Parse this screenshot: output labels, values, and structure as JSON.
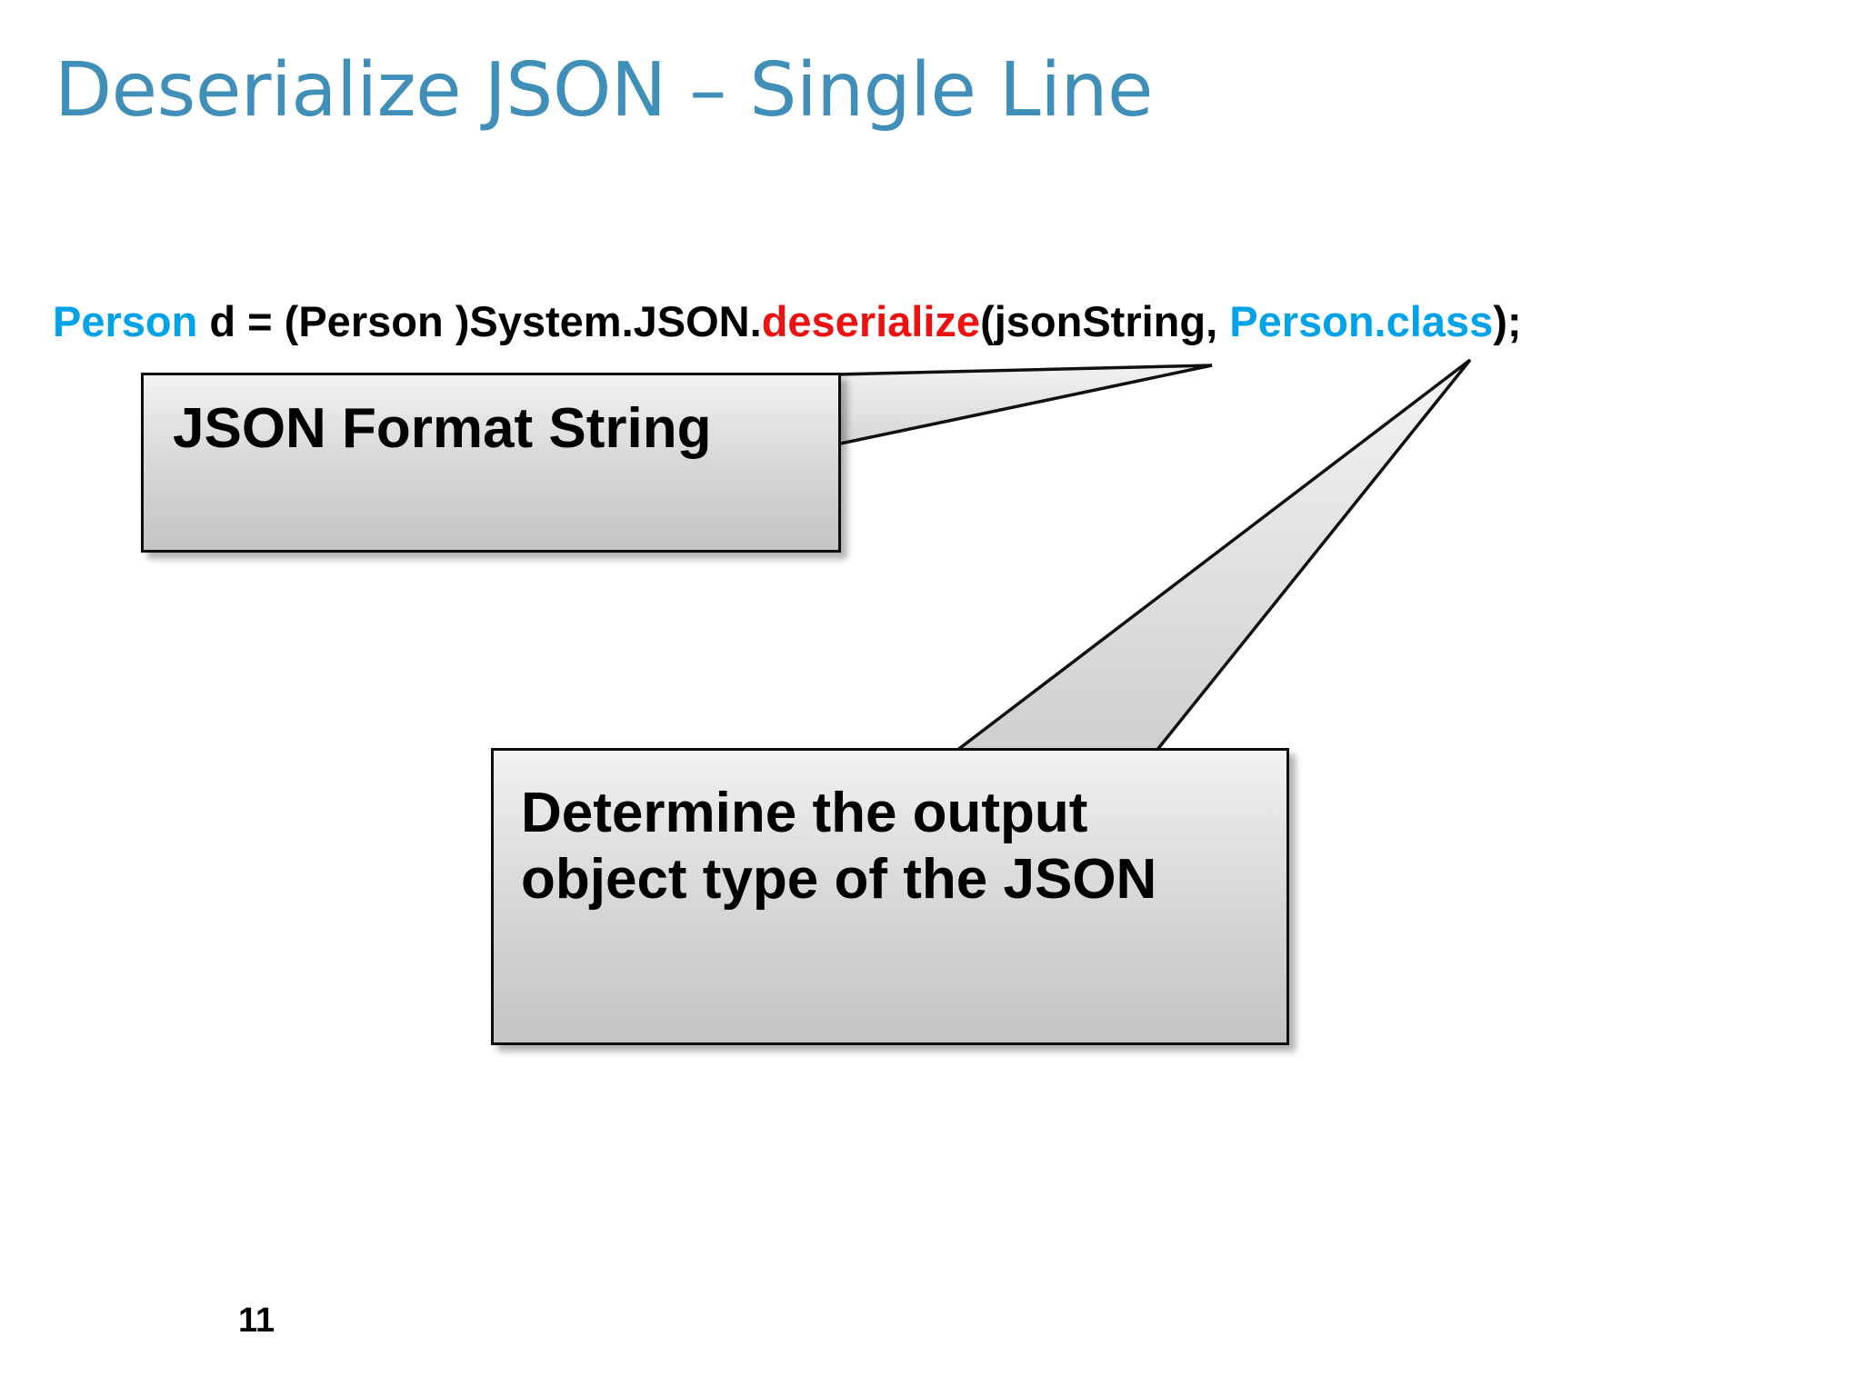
{
  "slide": {
    "title": "Deserialize JSON – Single Line",
    "title_color": "#3f8fb8",
    "background_color": "#ffffff",
    "page_number": "11"
  },
  "code_line": {
    "full_text": "Person d = (Person )System.JSON.deserialize(jsonString, Person.class);",
    "tokens": [
      {
        "text": "Person",
        "color": "#00a2e8",
        "role": "type"
      },
      {
        "text": " d = (Person )System.JSON.",
        "color": "#000000",
        "role": "plain"
      },
      {
        "text": "deserialize",
        "color": "#ee1111",
        "role": "method"
      },
      {
        "text": "(jsonString, ",
        "color": "#000000",
        "role": "plain"
      },
      {
        "text": "Person.class",
        "color": "#00a2e8",
        "role": "type"
      },
      {
        "text": ");",
        "color": "#000000",
        "role": "plain"
      }
    ],
    "token_type_color": "#00a2e8",
    "token_method_color": "#ee1111",
    "token_plain_color": "#000000"
  },
  "callouts": [
    {
      "id": "json-format-string",
      "label": "JSON Format String",
      "points_to": "jsonString",
      "fill_top": "#f2f2f2",
      "fill_bottom": "#c4c4c4",
      "border_color": "#0d0d0d"
    },
    {
      "id": "output-object-type",
      "label_line_1": "Determine the output",
      "label_line_2": "object type of the JSON",
      "points_to": "Person.class",
      "fill_top": "#f2f2f2",
      "fill_bottom": "#c4c4c4",
      "border_color": "#0d0d0d"
    }
  ]
}
